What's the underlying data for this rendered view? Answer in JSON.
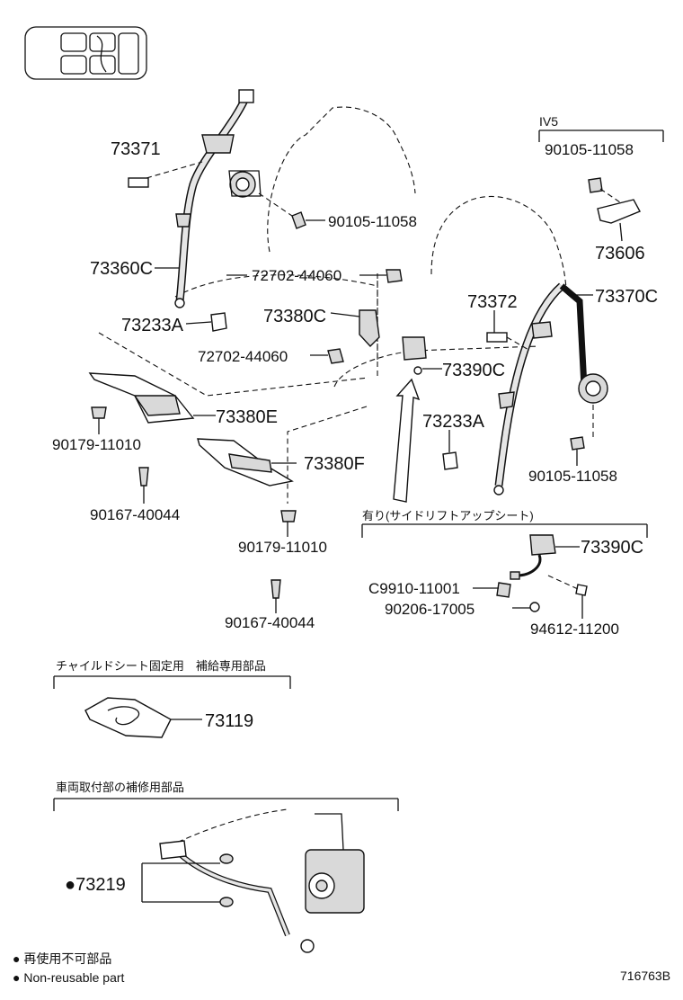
{
  "parts": {
    "p73371": "73371",
    "p90105_a": "90105-11058",
    "p73360c": "73360C",
    "p72702_a": "72702-44060",
    "p73380c": "73380C",
    "p73233a_a": "73233A",
    "p72702_b": "72702-44060",
    "p73380e": "73380E",
    "p90179_a": "90179-11010",
    "p90167_a": "90167-40044",
    "p73380f": "73380F",
    "p90179_b": "90179-11010",
    "p90167_b": "90167-40044",
    "p90105_b": "90105-11058",
    "p73606": "73606",
    "p73372": "73372",
    "p73370c": "73370C",
    "p73390c_a": "73390C",
    "p73233a_b": "73233A",
    "p90105_c": "90105-11058",
    "p73390c_b": "73390C",
    "pc9910": "C9910-11001",
    "p90206": "90206-17005",
    "p94612": "94612-11200",
    "p73119": "73119",
    "p73219": "●73219"
  },
  "notes": {
    "iv5": "IV5",
    "side_lift": "有り(サイドリフトアップシート)",
    "child_seat": "チャイルドシート固定用　補給専用部品",
    "vehicle_mount": "車両取付部の補修用部品",
    "legend_jp": "● 再使用不可部品",
    "legend_en": "● Non-reusable part",
    "diagram_id": "716763B"
  }
}
